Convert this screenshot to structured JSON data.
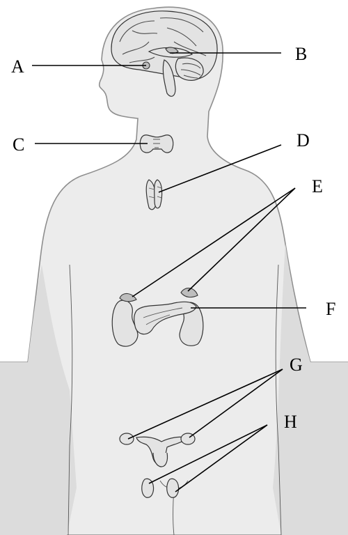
{
  "diagram": {
    "labels": [
      {
        "key": "A",
        "text": "A",
        "structure": "pituitary-gland"
      },
      {
        "key": "B",
        "text": "B",
        "structure": "pineal-gland"
      },
      {
        "key": "C",
        "text": "C",
        "structure": "thyroid-gland"
      },
      {
        "key": "D",
        "text": "D",
        "structure": "thymus"
      },
      {
        "key": "E",
        "text": "E",
        "structure": "adrenal-glands"
      },
      {
        "key": "F",
        "text": "F",
        "structure": "pancreas"
      },
      {
        "key": "G",
        "text": "G",
        "structure": "ovaries"
      },
      {
        "key": "H",
        "text": "H",
        "structure": "testes"
      }
    ]
  }
}
